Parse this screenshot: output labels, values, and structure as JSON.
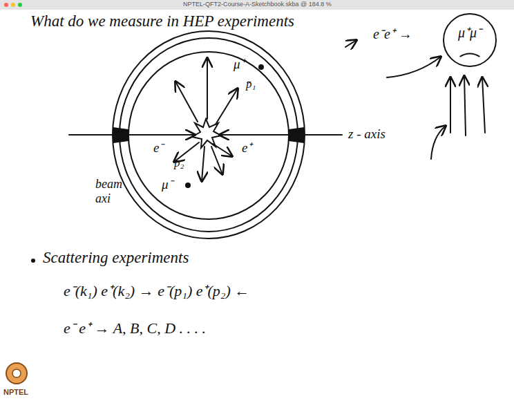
{
  "diagram": {
    "title": "What do we measure in HEP experiments",
    "nodes": [
      {
        "text": [
          "μ⁺μ⁻"
        ]
      }
    ],
    "labels": [
      "NPTEL-QFT2-Course-A-Sketchbook.skba @ 184.8 %",
      "μ⁺",
      "p̄₁",
      "beam axi",
      "e⁻",
      "e⁺",
      "p̄₂",
      "μ⁻",
      "z - axis",
      "e⁻e⁺ →",
      "Scattering experiments",
      "e⁻(k₁) e⁺(k₂) → e⁻(p₁) e⁺(p₂) ←",
      "e⁻ e⁺ → A, B, C, D . . . .",
      "NPTEL"
    ]
  }
}
